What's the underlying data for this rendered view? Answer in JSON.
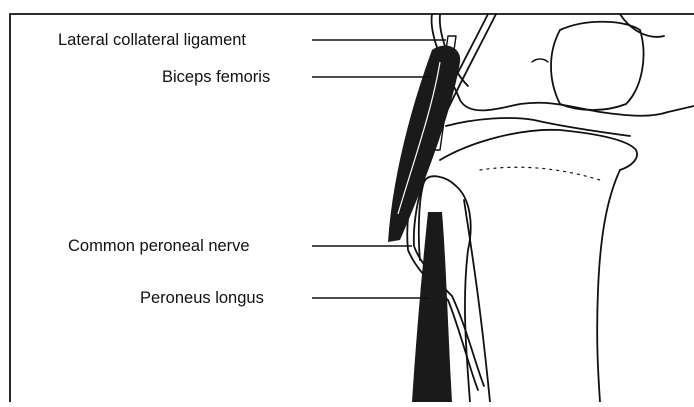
{
  "labels": {
    "lateral_collateral_ligament": "Lateral collateral ligament",
    "biceps_femoris": "Biceps femoris",
    "common_peroneal_nerve": "Common peroneal nerve",
    "peroneus_longus": "Peroneus longus"
  },
  "colors": {
    "ink": "#111111",
    "paper": "#ffffff",
    "muscle": "#1a1a1a"
  }
}
